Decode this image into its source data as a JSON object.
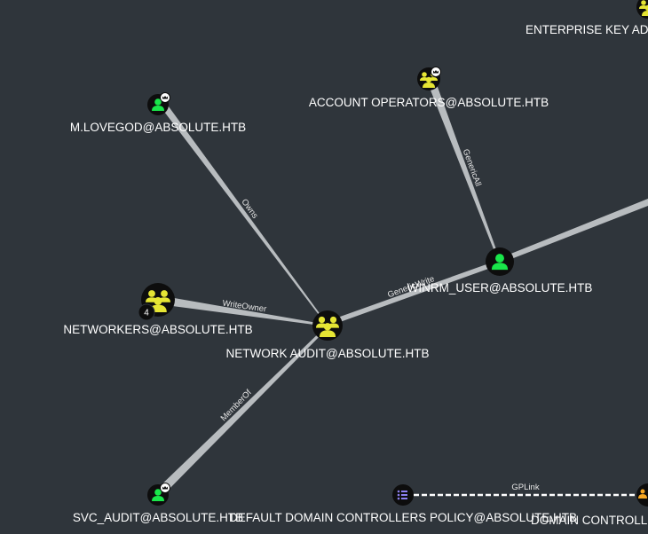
{
  "nodes": {
    "enterprise_key_admins": {
      "label": "ENTERPRISE KEY ADM",
      "type": "group"
    },
    "account_operators": {
      "label": "ACCOUNT OPERATORS@ABSOLUTE.HTB",
      "type": "group"
    },
    "m_lovegod": {
      "label": "M.LOVEGOD@ABSOLUTE.HTB",
      "type": "user"
    },
    "winrm_user": {
      "label": "WINRM_USER@ABSOLUTE.HTB",
      "type": "user"
    },
    "networkers": {
      "label": "NETWORKERS@ABSOLUTE.HTB",
      "type": "group",
      "badge": "4"
    },
    "network_audit": {
      "label": "NETWORK AUDIT@ABSOLUTE.HTB",
      "type": "group"
    },
    "svc_audit": {
      "label": "SVC_AUDIT@ABSOLUTE.HTB",
      "type": "user"
    },
    "default_dc_policy": {
      "label": "DEFAULT DOMAIN CONTROLLERS POLICY@ABSOLUTE.HTB",
      "type": "gpo"
    },
    "domain_controllers": {
      "label": "DOMAIN CONTROLLE",
      "type": "ou"
    }
  },
  "edges": {
    "owns": "Owns",
    "genericall": "GenericAll",
    "writeowner": "WriteOwner",
    "genericwrite": "GenericWrite",
    "memberof": "MemberOf",
    "gplink": "GPLink"
  },
  "colors": {
    "background": "#2f353b",
    "node_circle": "#0d0d0d",
    "user_icon": "#19e64a",
    "group_icon": "#e5e534",
    "gpo_icon": "#8c7ff0",
    "ou_icon": "#f5a623",
    "edge": "#b8bcbf"
  },
  "icons": {
    "user": "user-icon",
    "group": "group-icon",
    "gpo": "list-icon",
    "owned_marker": "crown-icon"
  }
}
